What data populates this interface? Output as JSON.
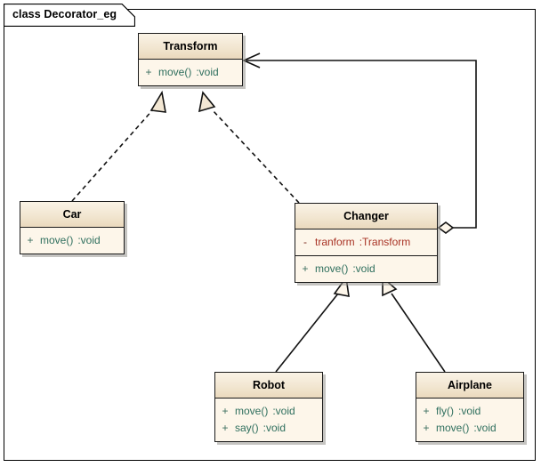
{
  "frame": {
    "title": "class Decorator_eg",
    "background_color": "#ffffff",
    "border_color": "#000000"
  },
  "palette": {
    "class_fill": "#fdf6ea",
    "header_fill": "#f2e6d1",
    "border": "#1a1a1a",
    "operation_text": "#2f6f5e",
    "attribute_text": "#a83224",
    "shadow": "#96948e"
  },
  "classes": [
    {
      "id": "transform",
      "name": "Transform",
      "attributes": [],
      "operations": [
        {
          "visibility": "+",
          "name": "move()",
          "type": ":void"
        }
      ]
    },
    {
      "id": "car",
      "name": "Car",
      "attributes": [],
      "operations": [
        {
          "visibility": "+",
          "name": "move()",
          "type": ":void"
        }
      ]
    },
    {
      "id": "changer",
      "name": "Changer",
      "attributes": [
        {
          "visibility": "-",
          "name": "tranform",
          "type": ":Transform"
        }
      ],
      "operations": [
        {
          "visibility": "+",
          "name": "move()",
          "type": ":void"
        }
      ]
    },
    {
      "id": "robot",
      "name": "Robot",
      "attributes": [],
      "operations": [
        {
          "visibility": "+",
          "name": "move()",
          "type": ":void"
        },
        {
          "visibility": "+",
          "name": "say()",
          "type": ":void"
        }
      ]
    },
    {
      "id": "airplane",
      "name": "Airplane",
      "attributes": [],
      "operations": [
        {
          "visibility": "+",
          "name": "fly()",
          "type": ":void"
        },
        {
          "visibility": "+",
          "name": "move()",
          "type": ":void"
        }
      ]
    }
  ],
  "relationships": [
    {
      "id": "car-realizes-transform",
      "type": "realization",
      "from": "car",
      "to": "transform",
      "line": "dashed",
      "head": "hollow-triangle"
    },
    {
      "id": "changer-realizes-transform",
      "type": "realization",
      "from": "changer",
      "to": "transform",
      "line": "dashed",
      "head": "hollow-triangle"
    },
    {
      "id": "robot-extends-changer",
      "type": "generalization",
      "from": "robot",
      "to": "changer",
      "line": "solid",
      "head": "hollow-triangle"
    },
    {
      "id": "airplane-extends-changer",
      "type": "generalization",
      "from": "airplane",
      "to": "changer",
      "line": "solid",
      "head": "hollow-triangle"
    },
    {
      "id": "changer-aggregates-transform",
      "type": "aggregation",
      "from": "changer",
      "to": "transform",
      "line": "solid",
      "head": "open-arrow",
      "tail": "hollow-diamond"
    }
  ]
}
